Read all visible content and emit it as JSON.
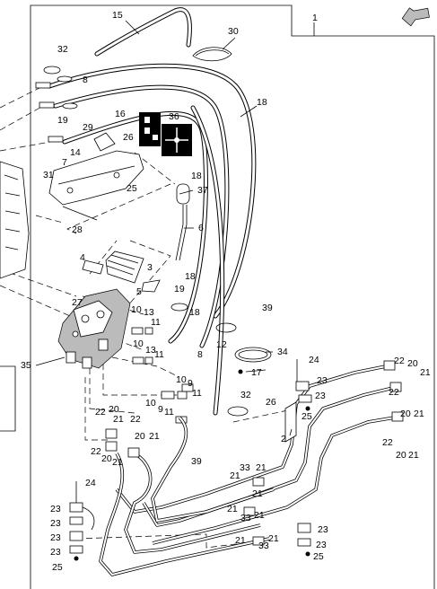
{
  "diagram": {
    "type": "exploded parts diagram",
    "view_arrow_icon": "arrow-down-left-icon",
    "callouts": [
      {
        "id": "c1",
        "text": "1"
      },
      {
        "id": "c15",
        "text": "15"
      },
      {
        "id": "c30",
        "text": "30"
      },
      {
        "id": "c32a",
        "text": "32"
      },
      {
        "id": "c8a",
        "text": "8"
      },
      {
        "id": "c18a",
        "text": "18"
      },
      {
        "id": "c16",
        "text": "16"
      },
      {
        "id": "c36",
        "text": "36"
      },
      {
        "id": "c19a",
        "text": "19"
      },
      {
        "id": "c29",
        "text": "29"
      },
      {
        "id": "c26a",
        "text": "26"
      },
      {
        "id": "c14",
        "text": "14"
      },
      {
        "id": "c7",
        "text": "7"
      },
      {
        "id": "c31",
        "text": "31"
      },
      {
        "id": "c25a",
        "text": "25"
      },
      {
        "id": "c18b",
        "text": "18"
      },
      {
        "id": "c37",
        "text": "37"
      },
      {
        "id": "c28",
        "text": "28"
      },
      {
        "id": "c6",
        "text": "6"
      },
      {
        "id": "c4",
        "text": "4"
      },
      {
        "id": "c3",
        "text": "3"
      },
      {
        "id": "c18c",
        "text": "18"
      },
      {
        "id": "c5",
        "text": "5"
      },
      {
        "id": "c19b",
        "text": "19"
      },
      {
        "id": "c27",
        "text": "27"
      },
      {
        "id": "c18d",
        "text": "18"
      },
      {
        "id": "c10a",
        "text": "10"
      },
      {
        "id": "c13a",
        "text": "13"
      },
      {
        "id": "c11a",
        "text": "11"
      },
      {
        "id": "c39a",
        "text": "39"
      },
      {
        "id": "c12",
        "text": "12"
      },
      {
        "id": "c10b",
        "text": "10"
      },
      {
        "id": "c13b",
        "text": "13"
      },
      {
        "id": "c11b",
        "text": "11"
      },
      {
        "id": "c8b",
        "text": "8"
      },
      {
        "id": "c34",
        "text": "34"
      },
      {
        "id": "c35",
        "text": "35"
      },
      {
        "id": "c17",
        "text": "17"
      },
      {
        "id": "c24a",
        "text": "24"
      },
      {
        "id": "c22a",
        "text": "22"
      },
      {
        "id": "c20a",
        "text": "20"
      },
      {
        "id": "c21a",
        "text": "21"
      },
      {
        "id": "c10c",
        "text": "10"
      },
      {
        "id": "c9a",
        "text": "9"
      },
      {
        "id": "c11c",
        "text": "11"
      },
      {
        "id": "c23a",
        "text": "23"
      },
      {
        "id": "c23b",
        "text": "23"
      },
      {
        "id": "c32b",
        "text": "32"
      },
      {
        "id": "c26b",
        "text": "26"
      },
      {
        "id": "c25b",
        "text": "25"
      },
      {
        "id": "c22b",
        "text": "22"
      },
      {
        "id": "c20b",
        "text": "20"
      },
      {
        "id": "c21b",
        "text": "21"
      },
      {
        "id": "c10d",
        "text": "10"
      },
      {
        "id": "c9b",
        "text": "9"
      },
      {
        "id": "c11d",
        "text": "11"
      },
      {
        "id": "c22c",
        "text": "22"
      },
      {
        "id": "c20c",
        "text": "20"
      },
      {
        "id": "c21c",
        "text": "21"
      },
      {
        "id": "c2",
        "text": "2"
      },
      {
        "id": "c22d",
        "text": "22"
      },
      {
        "id": "c20d",
        "text": "20"
      },
      {
        "id": "c21d",
        "text": "21"
      },
      {
        "id": "c22e",
        "text": "22"
      },
      {
        "id": "c20e",
        "text": "20"
      },
      {
        "id": "c21e",
        "text": "21"
      },
      {
        "id": "c22f",
        "text": "22"
      },
      {
        "id": "c20f",
        "text": "20"
      },
      {
        "id": "c21f",
        "text": "21"
      },
      {
        "id": "c39b",
        "text": "39"
      },
      {
        "id": "c33a",
        "text": "33"
      },
      {
        "id": "c21g",
        "text": "21"
      },
      {
        "id": "c21h",
        "text": "21"
      },
      {
        "id": "c21i",
        "text": "21"
      },
      {
        "id": "c24b",
        "text": "24"
      },
      {
        "id": "c21j",
        "text": "21"
      },
      {
        "id": "c33b",
        "text": "33"
      },
      {
        "id": "c21k",
        "text": "21"
      },
      {
        "id": "c21l",
        "text": "21"
      },
      {
        "id": "c33c",
        "text": "33"
      },
      {
        "id": "c21m",
        "text": "21"
      },
      {
        "id": "c23c",
        "text": "23"
      },
      {
        "id": "c23d",
        "text": "23"
      },
      {
        "id": "c23e",
        "text": "23"
      },
      {
        "id": "c23f",
        "text": "23"
      },
      {
        "id": "c23g",
        "text": "23"
      },
      {
        "id": "c23h",
        "text": "23"
      },
      {
        "id": "c25c",
        "text": "25"
      },
      {
        "id": "c25d",
        "text": "25"
      }
    ]
  }
}
